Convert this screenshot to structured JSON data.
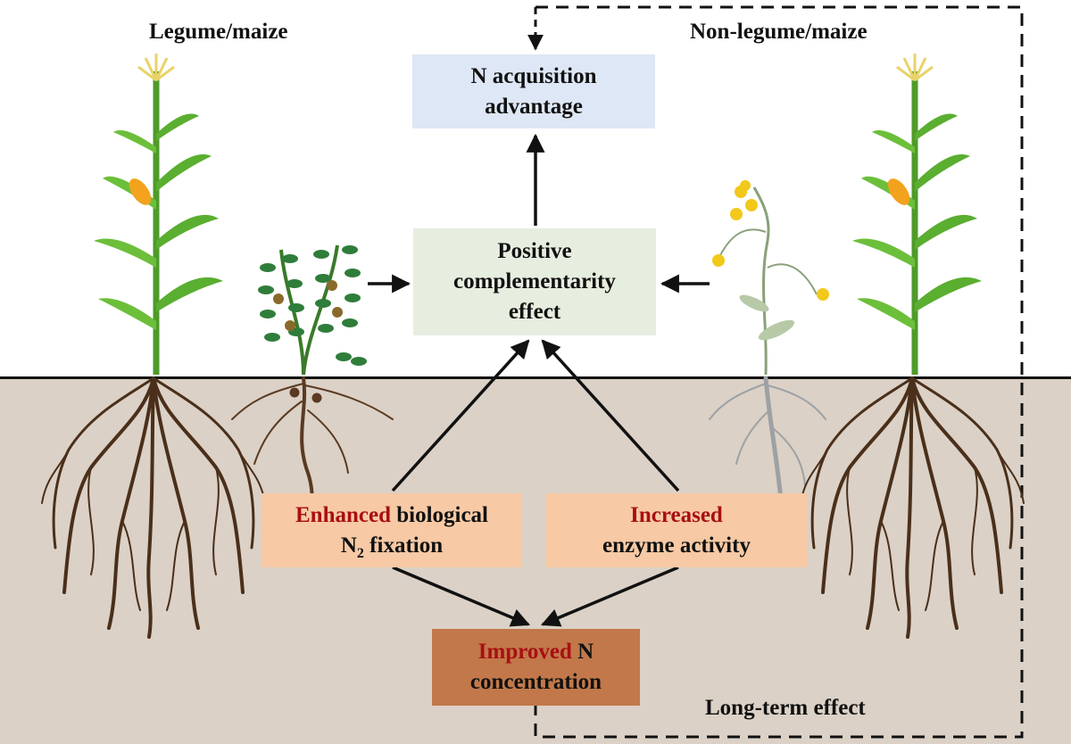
{
  "labels": {
    "legume_maize": "Legume/maize",
    "nonlegume_maize": "Non-legume/maize",
    "long_term": "Long-term effect"
  },
  "boxes": {
    "n_acquisition": {
      "line1": "N acquisition",
      "line2": "advantage"
    },
    "positive": {
      "line1": "Positive",
      "line2": "complementarity",
      "line3": "effect"
    },
    "enhanced": {
      "highlight": "Enhanced",
      "rest": " biological",
      "line2_pre": "N",
      "line2_sub": "2",
      "line2_post": " fixation"
    },
    "increased": {
      "highlight": "Increased",
      "line2": "enzyme activity"
    },
    "improved": {
      "highlight": "Improved",
      "rest": " N",
      "line2": "concentration"
    }
  },
  "colors": {
    "blue_box": "#dde7f5",
    "green_box": "#e6eedf",
    "orange_box": "#f7c9a5",
    "brown_box": "#c2784a",
    "soil": "#dbd1c6",
    "highlight_red": "#a80f13"
  }
}
